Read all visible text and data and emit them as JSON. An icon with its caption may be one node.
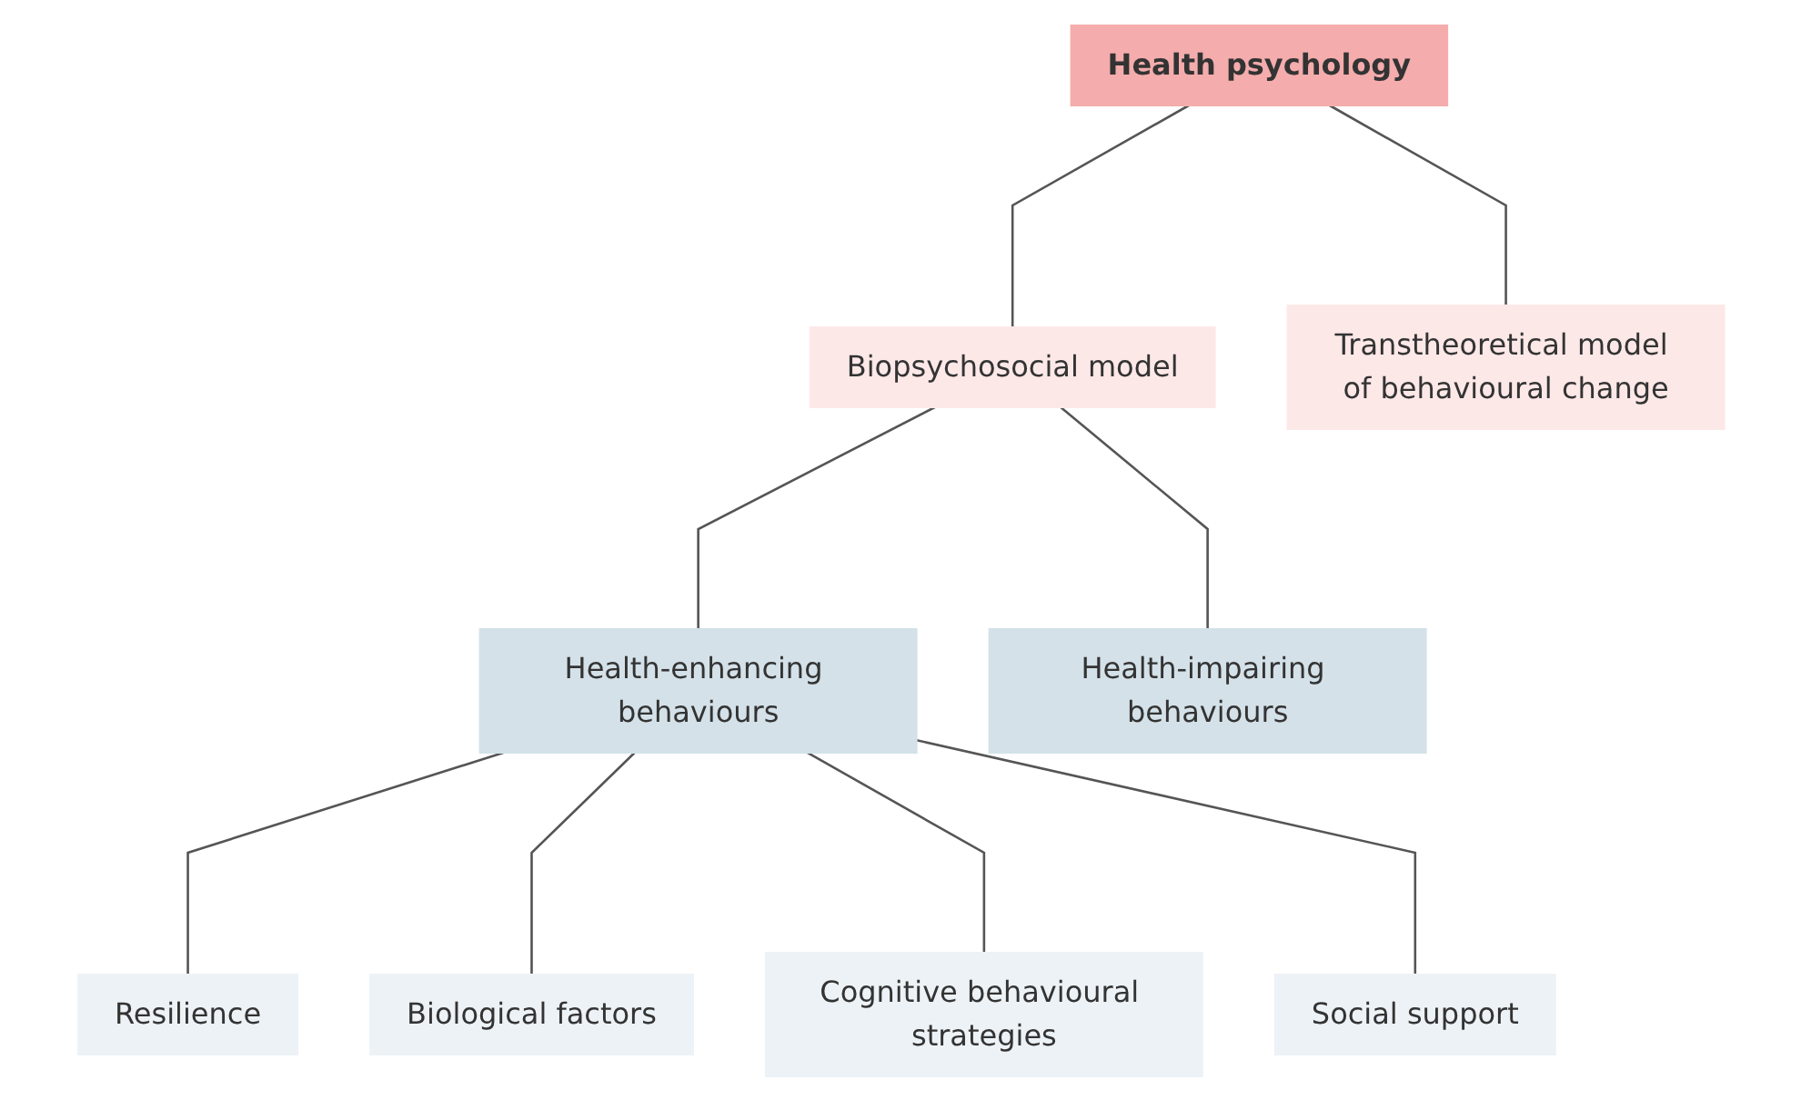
{
  "diagram": {
    "nodes": [
      {
        "text": [
          "Health psychology"
        ]
      },
      {
        "text": [
          "Biopsychosocial model"
        ]
      },
      {
        "text": [
          "Transtheoretical model of behavioural change"
        ]
      },
      {
        "text": [
          "Health-enhancing behaviours"
        ]
      },
      {
        "text": [
          "Health-impairing behaviours"
        ]
      },
      {
        "text": [
          "Resilience"
        ]
      },
      {
        "text": [
          "Biological factors"
        ]
      },
      {
        "text": [
          "Cognitive behavioural strategies"
        ]
      },
      {
        "text": [
          "Social support"
        ]
      }
    ],
    "edges": [
      {
        "from": 0,
        "to": 1,
        "arrow": "none"
      },
      {
        "from": 0,
        "to": 2,
        "arrow": "none"
      },
      {
        "from": 1,
        "to": 3,
        "arrow": "none"
      },
      {
        "from": 1,
        "to": 4,
        "arrow": "none"
      },
      {
        "from": 3,
        "to": 5,
        "arrow": "none"
      },
      {
        "from": 3,
        "to": 6,
        "arrow": "none"
      },
      {
        "from": 3,
        "to": 7,
        "arrow": "none"
      },
      {
        "from": 3,
        "to": 8,
        "arrow": "none"
      }
    ]
  }
}
